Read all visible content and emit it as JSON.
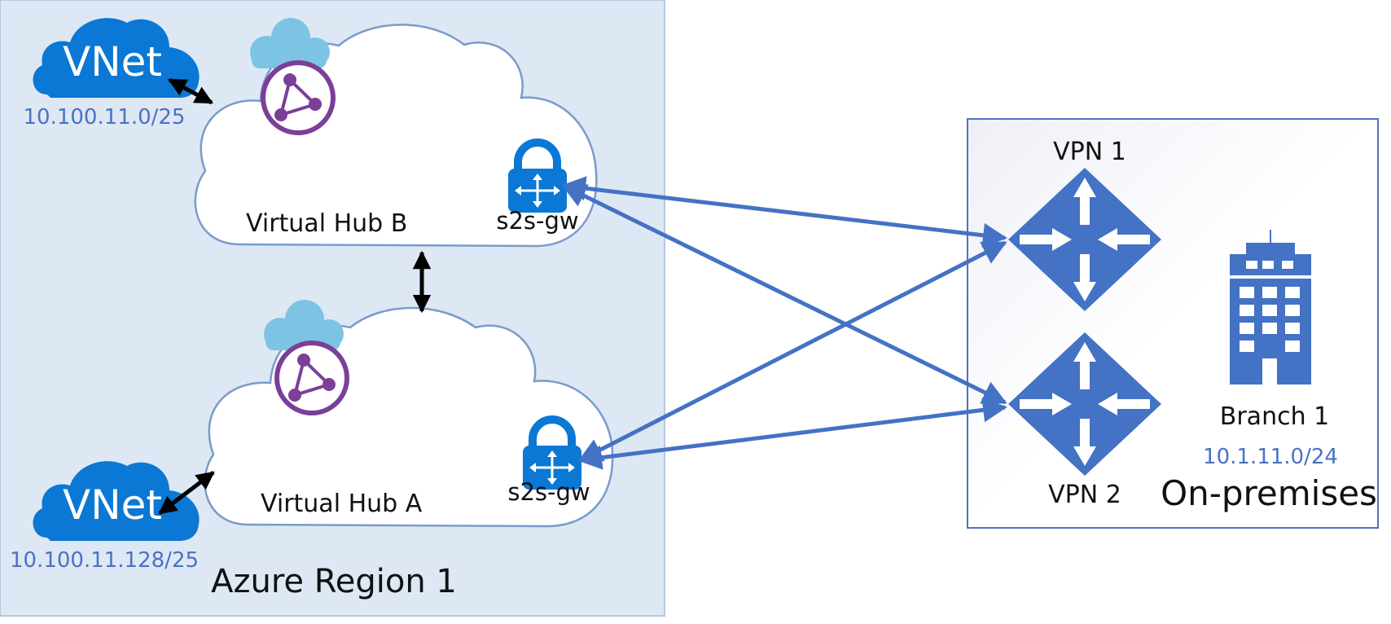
{
  "region": {
    "label": "Azure Region 1"
  },
  "hubs": {
    "hub_b": {
      "label": "Virtual Hub B",
      "gateway_label": "s2s-gw"
    },
    "hub_a": {
      "label": "Virtual Hub A",
      "gateway_label": "s2s-gw"
    }
  },
  "vnets": {
    "top": {
      "label": "VNet",
      "address": "10.100.11.0/25"
    },
    "bottom": {
      "label": "VNet",
      "address": "10.100.11.128/25"
    }
  },
  "onprem": {
    "label": "On-premises",
    "vpn1_label": "VPN 1",
    "vpn2_label": "VPN 2",
    "branch_label": "Branch 1",
    "branch_address": "10.1.11.0/24"
  },
  "colors": {
    "region_fill": "#dde8f4",
    "region_border": "#b7c8dd",
    "link_blue": "#4472c4",
    "azure_blue": "#0a78d4",
    "hub_icon_purple": "#7b3f98",
    "hub_icon_cloud": "#7cc3e4",
    "ip_text": "#4a72c4"
  },
  "icons": {
    "vnet": "vnet-cloud-icon",
    "hub": "virtual-hub-icon",
    "gateway": "vpn-gateway-lock-icon",
    "vpn_device": "vpn-router-diamond-icon",
    "branch": "office-building-icon"
  }
}
